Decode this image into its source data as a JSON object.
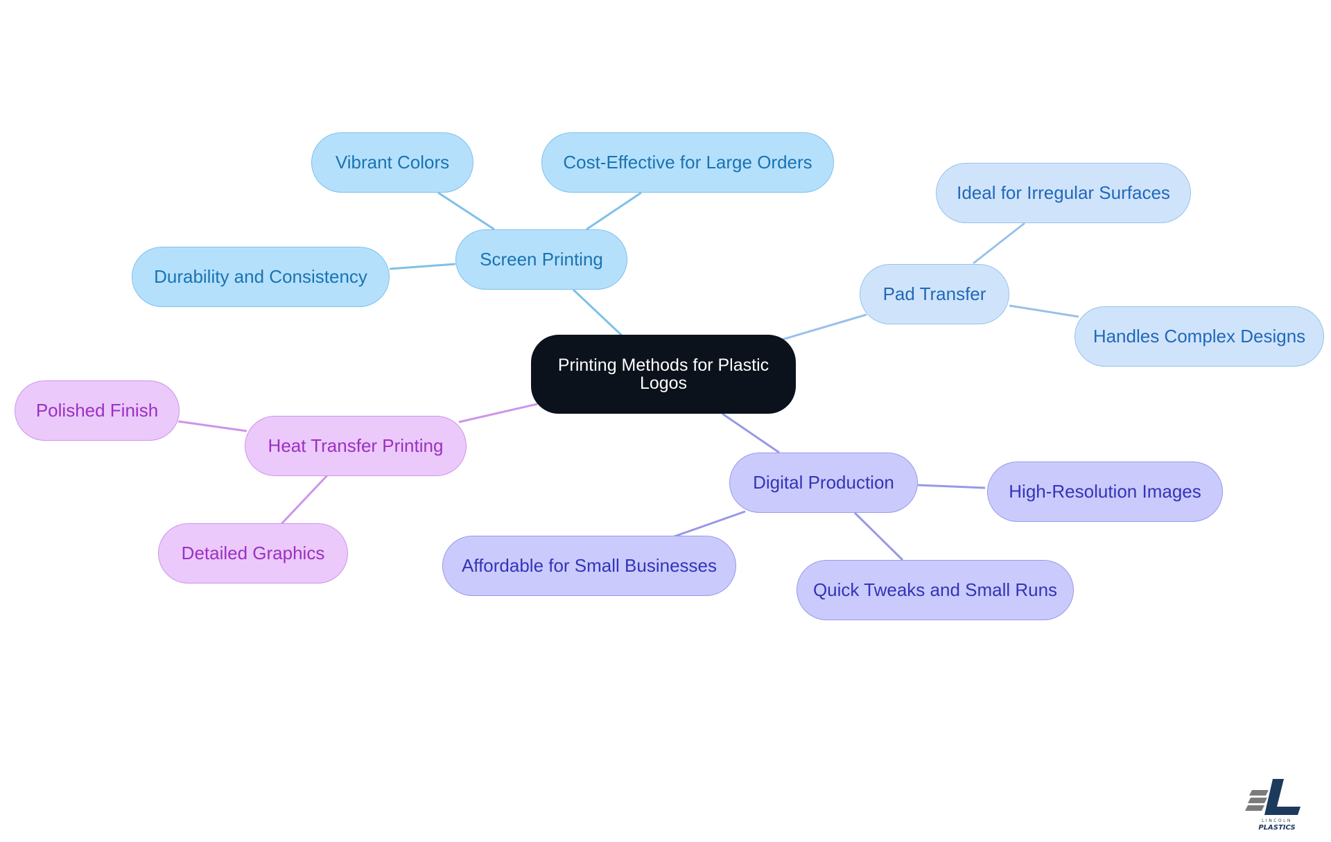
{
  "root": {
    "label": "Printing Methods for Plastic Logos"
  },
  "branches": [
    {
      "id": "screen",
      "label": "Screen Printing",
      "color": "#7ec0ea",
      "children": [
        "Vibrant Colors",
        "Cost-Effective for Large Orders",
        "Durability and Consistency"
      ]
    },
    {
      "id": "pad",
      "label": "Pad Transfer",
      "color": "#97c1ea",
      "children": [
        "Ideal for Irregular Surfaces",
        "Handles Complex Designs"
      ]
    },
    {
      "id": "digital",
      "label": "Digital Production",
      "color": "#9798e8",
      "children": [
        "High-Resolution Images",
        "Quick Tweaks and Small Runs",
        "Affordable for Small Businesses"
      ]
    },
    {
      "id": "heat",
      "label": "Heat Transfer Printing",
      "color": "#cd94ea",
      "children": [
        "Polished Finish",
        "Detailed Graphics"
      ]
    }
  ],
  "logo": {
    "text_top": "LINCOLN",
    "text_bottom": "PLASTICS",
    "colors": [
      "#1b3a5c",
      "#7b7b7b"
    ]
  }
}
